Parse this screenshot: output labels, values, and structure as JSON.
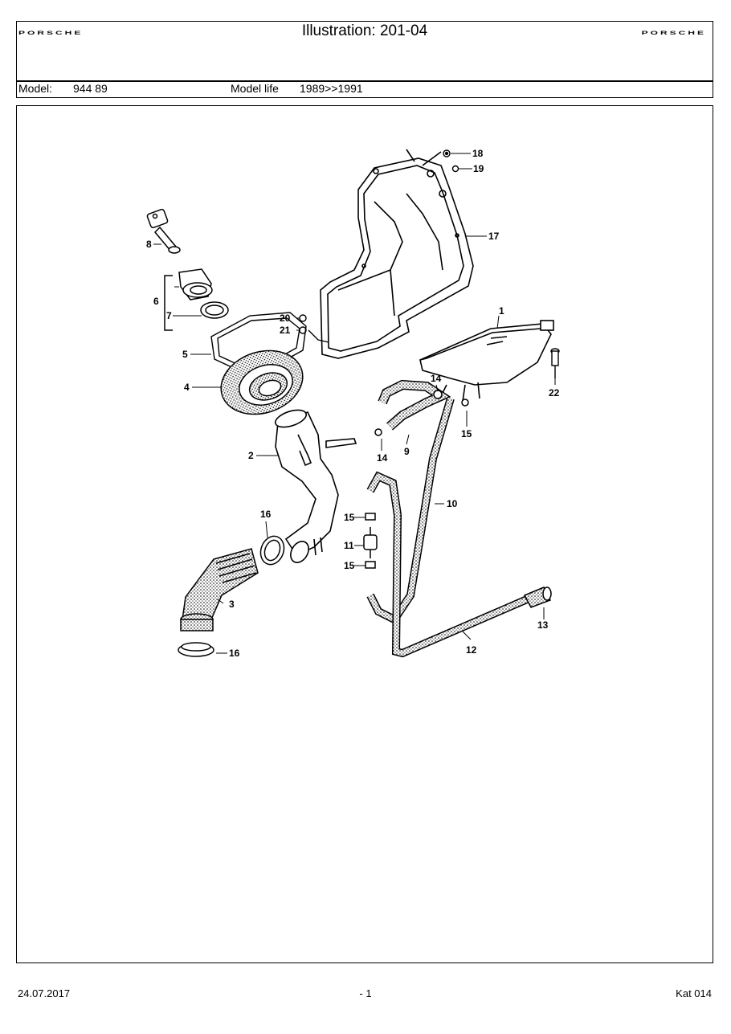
{
  "header": {
    "brand_left": "PORSCHE",
    "brand_right": "PORSCHE",
    "title": "Illustration: 201-04",
    "model_label": "Model:",
    "model_value": "944 89",
    "model_life_label": "Model life",
    "model_life_value": "1989>>1991"
  },
  "callouts": {
    "c1": "1",
    "c2": "2",
    "c3": "3",
    "c4": "4",
    "c5": "5",
    "c6": "6",
    "c7": "7",
    "c8": "8",
    "c9": "9",
    "c10": "10",
    "c11": "11",
    "c12": "12",
    "c13": "13",
    "c14a": "14",
    "c14b": "14",
    "c15a": "15",
    "c15b": "15",
    "c15c": "15",
    "c16a": "16",
    "c16b": "16",
    "c17": "17",
    "c18": "18",
    "c19": "19",
    "c20": "20",
    "c21": "21",
    "c22": "22"
  },
  "footer": {
    "date": "24.07.2017",
    "page": "- 1",
    "catalog": "Kat 014"
  }
}
